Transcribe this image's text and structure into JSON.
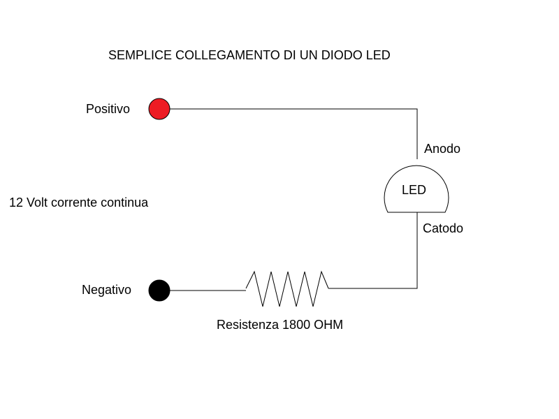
{
  "diagram": {
    "title": "SEMPLICE COLLEGAMENTO DI UN DIODO LED",
    "supply_label": "12 Volt corrente continua",
    "positive_terminal": {
      "label": "Positivo",
      "color": "#ed1c24"
    },
    "negative_terminal": {
      "label": "Negativo",
      "color": "#000000"
    },
    "led": {
      "label": "LED",
      "anode_label": "Anodo",
      "cathode_label": "Catodo"
    },
    "resistor": {
      "label": "Resistenza 1800 OHM"
    },
    "wire_color": "#000000"
  }
}
